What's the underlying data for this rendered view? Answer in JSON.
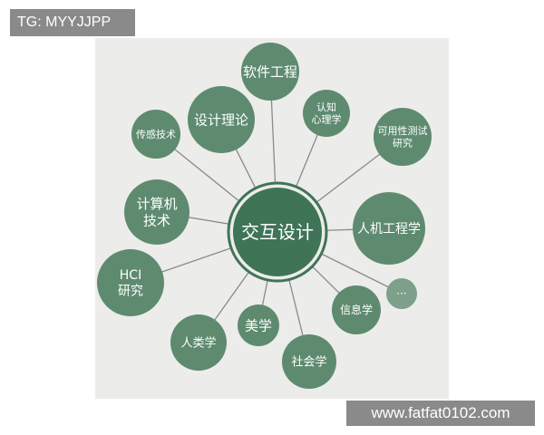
{
  "watermarks": {
    "top_left": "TG: MYYJJPP",
    "bottom_right": "www.fatfat0102.com"
  },
  "colors": {
    "panel_bg": "#ececea",
    "node_fill": "#5e8b6f",
    "center_fill": "#3f7457",
    "line": "#8a8a8a"
  },
  "diagram": {
    "center": {
      "lines": [
        "交互设计"
      ]
    },
    "nodes": [
      {
        "id": "software-engineering",
        "lines": [
          "软件工程"
        ]
      },
      {
        "id": "design-theory",
        "lines": [
          "设计理论"
        ]
      },
      {
        "id": "sensing-technology",
        "lines": [
          "传感技术"
        ]
      },
      {
        "id": "cognitive-psychology",
        "lines": [
          "认知",
          "心理学"
        ]
      },
      {
        "id": "usability-testing",
        "lines": [
          "可用性测试",
          "研究"
        ]
      },
      {
        "id": "computer-technology",
        "lines": [
          "计算机",
          "技术"
        ]
      },
      {
        "id": "ergonomics",
        "lines": [
          "人机工程学"
        ]
      },
      {
        "id": "hci-research",
        "lines": [
          "HCI",
          "研究"
        ]
      },
      {
        "id": "information-science",
        "lines": [
          "信息学"
        ]
      },
      {
        "id": "more",
        "lines": [
          "···"
        ]
      },
      {
        "id": "aesthetics",
        "lines": [
          "美学"
        ]
      },
      {
        "id": "anthropology",
        "lines": [
          "人类学"
        ]
      },
      {
        "id": "sociology",
        "lines": [
          "社会学"
        ]
      }
    ]
  }
}
